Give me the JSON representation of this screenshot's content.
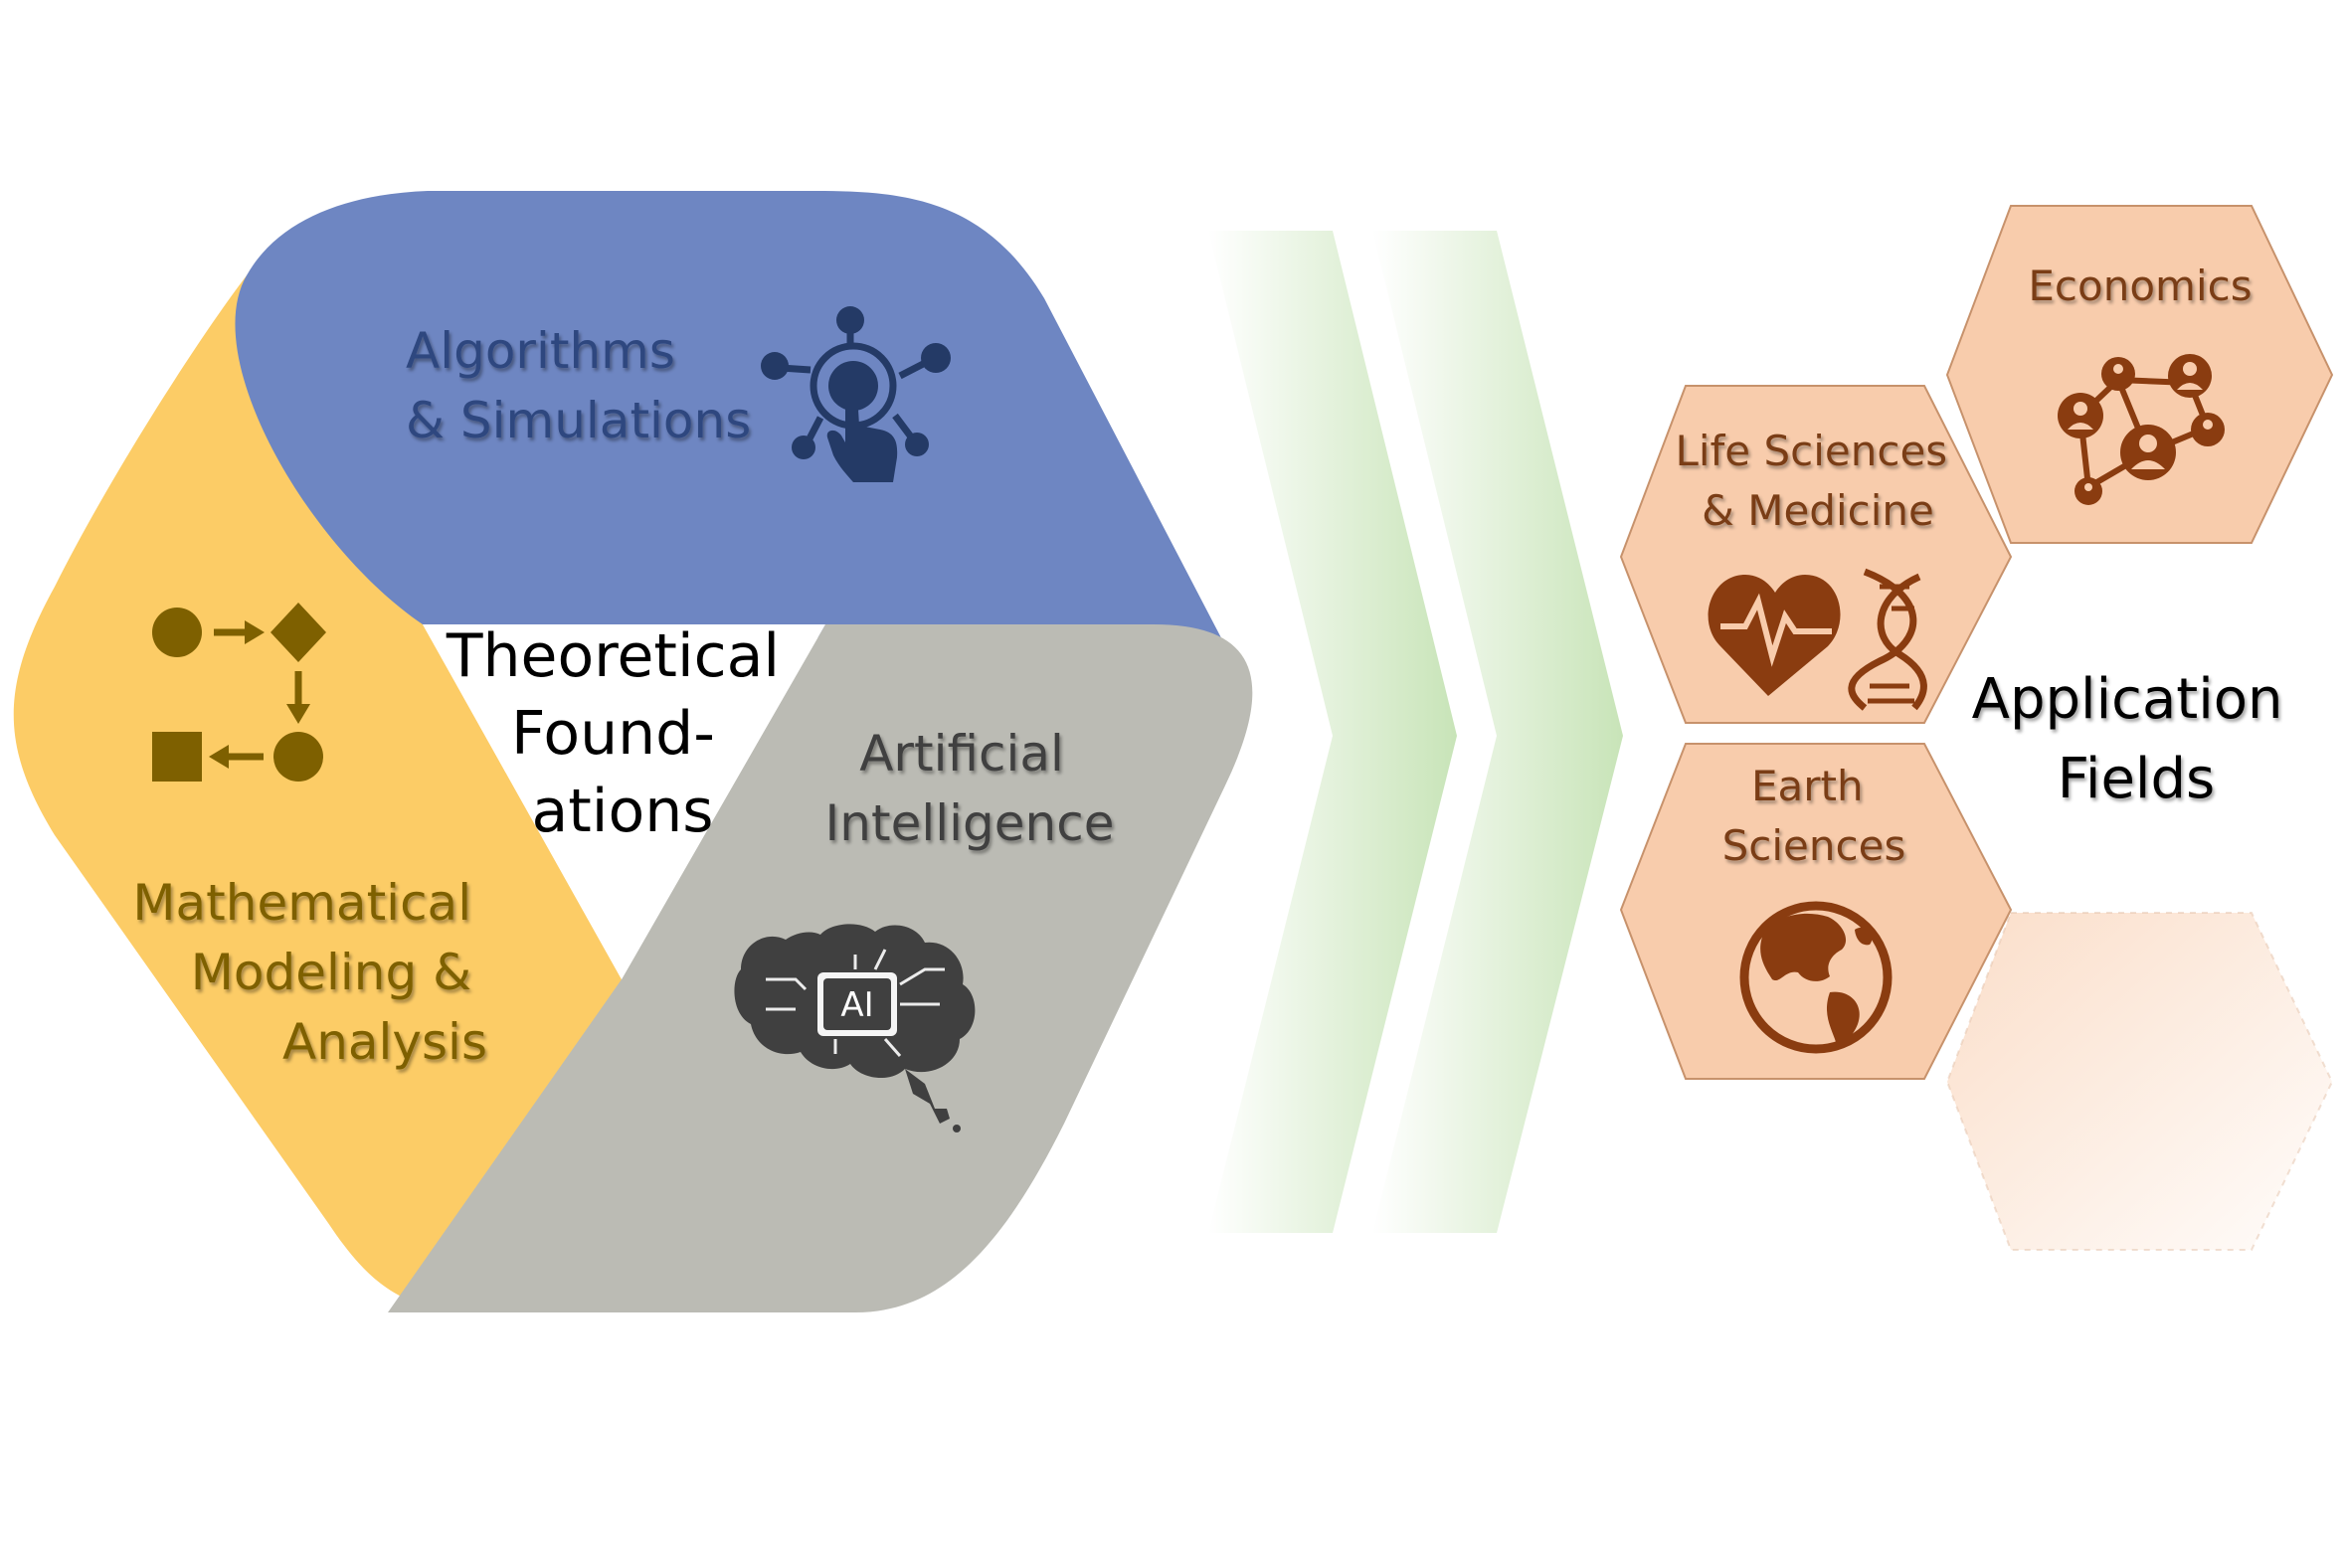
{
  "foundations": {
    "center_lines": [
      "Theoretical",
      "Found-",
      "ations"
    ],
    "algorithms": {
      "lines": [
        "Algorithms",
        "& Simulations"
      ],
      "icon": "network-touch-icon",
      "color": "#6e86c2",
      "text_color": "#2e477f",
      "icon_color": "#243a66"
    },
    "math": {
      "lines": [
        "Mathematical",
        "Modeling &",
        "Analysis"
      ],
      "icon": "flowchart-shapes-icon",
      "color": "#fccc66",
      "text_color": "#7e6000"
    },
    "ai": {
      "lines": [
        "Artificial",
        "Intelligence"
      ],
      "icon": "ai-brain-circuit-icon",
      "icon_label": "AI",
      "color": "#bbbbb4",
      "text_color": "#404040"
    }
  },
  "arrows": {
    "color": "#c8e4b8",
    "icon": "chevron-arrow-icon"
  },
  "applications": {
    "title_lines": [
      "Application",
      "Fields"
    ],
    "hex_fill": "#f8ccac",
    "hex_stroke": "#c7926c",
    "text_color": "#7a3e16",
    "icon_color": "#8a3c10",
    "fields": [
      {
        "lines": [
          "Economics"
        ],
        "icon": "people-network-icon"
      },
      {
        "lines": [
          "Life Sciences",
          "& Medicine"
        ],
        "icon": "heart-dna-icon"
      },
      {
        "lines": [
          "Earth",
          "Sciences"
        ],
        "icon": "globe-icon"
      }
    ]
  }
}
